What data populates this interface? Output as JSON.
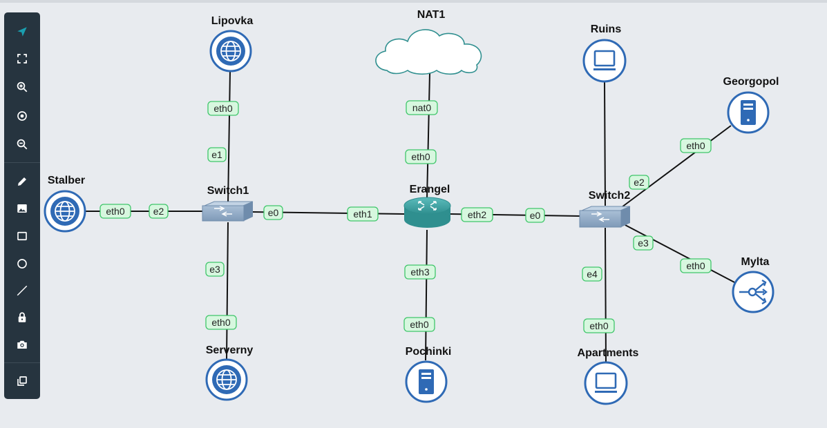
{
  "toolbar": {
    "tools": [
      {
        "icon": "pointer-icon",
        "name": "select-tool"
      },
      {
        "icon": "fit-screen-icon",
        "name": "fit-tool"
      },
      {
        "icon": "zoom-in-icon",
        "name": "zoom-in-tool"
      },
      {
        "icon": "target-icon",
        "name": "reset-zoom-tool"
      },
      {
        "icon": "zoom-out-icon",
        "name": "zoom-out-tool"
      },
      {
        "icon": "pencil-icon",
        "name": "draw-tool"
      },
      {
        "icon": "image-icon",
        "name": "image-tool"
      },
      {
        "icon": "rectangle-icon",
        "name": "rectangle-tool"
      },
      {
        "icon": "ellipse-icon",
        "name": "ellipse-tool"
      },
      {
        "icon": "line-icon",
        "name": "line-tool"
      },
      {
        "icon": "lock-icon",
        "name": "lock-tool"
      },
      {
        "icon": "camera-icon",
        "name": "screenshot-tool"
      },
      {
        "icon": "layers-icon",
        "name": "layers-tool"
      }
    ],
    "active_color": "#1a9fb0"
  },
  "colors": {
    "node_blue": "#2f6ab5",
    "port_fill": "#d7f7df",
    "port_border": "#3fc66a",
    "router": "#2f8f8f",
    "switch": "#6f8cac"
  },
  "nodes": [
    {
      "id": "lipovka",
      "label": "Lipovka",
      "type": "cloud-globe",
      "icon": "globe-icon"
    },
    {
      "id": "nat1",
      "label": "NAT1",
      "type": "nat-cloud",
      "icon": "cloud-icon"
    },
    {
      "id": "ruins",
      "label": "Ruins",
      "type": "vpcs",
      "icon": "monitor-icon"
    },
    {
      "id": "georgopol",
      "label": "Georgopol",
      "type": "server",
      "icon": "server-icon"
    },
    {
      "id": "stalber",
      "label": "Stalber",
      "type": "cloud-globe",
      "icon": "globe-icon"
    },
    {
      "id": "switch1",
      "label": "Switch1",
      "type": "switch",
      "icon": "switch-icon"
    },
    {
      "id": "erangel",
      "label": "Erangel",
      "type": "router",
      "icon": "router-icon"
    },
    {
      "id": "switch2",
      "label": "Switch2",
      "type": "switch",
      "icon": "switch-icon"
    },
    {
      "id": "mylta",
      "label": "Mylta",
      "type": "hub",
      "icon": "share-icon"
    },
    {
      "id": "serverny",
      "label": "Serverny",
      "type": "cloud-globe",
      "icon": "globe-icon"
    },
    {
      "id": "pochinki",
      "label": "Pochinki",
      "type": "server",
      "icon": "server-icon"
    },
    {
      "id": "apartments",
      "label": "Apartments",
      "type": "vpcs",
      "icon": "monitor-icon"
    }
  ],
  "links": [
    {
      "a": "lipovka",
      "a_port": "eth0",
      "b": "switch1",
      "b_port": "e1"
    },
    {
      "a": "stalber",
      "a_port": "eth0",
      "b": "switch1",
      "b_port": "e2"
    },
    {
      "a": "switch1",
      "a_port": "e0",
      "b": "erangel",
      "b_port": "eth1"
    },
    {
      "a": "switch1",
      "a_port": "e3",
      "b": "serverny",
      "b_port": "eth0"
    },
    {
      "a": "nat1",
      "a_port": "nat0",
      "b": "erangel",
      "b_port": "eth0"
    },
    {
      "a": "erangel",
      "a_port": "eth2",
      "b": "switch2",
      "b_port": "e0"
    },
    {
      "a": "erangel",
      "a_port": "eth3",
      "b": "pochinki",
      "b_port": "eth0"
    },
    {
      "a": "ruins",
      "a_port": "",
      "b": "switch2",
      "b_port": ""
    },
    {
      "a": "switch2",
      "a_port": "e2",
      "b": "georgopol",
      "b_port": "eth0"
    },
    {
      "a": "switch2",
      "a_port": "e3",
      "b": "mylta",
      "b_port": "eth0"
    },
    {
      "a": "switch2",
      "a_port": "e4",
      "b": "apartments",
      "b_port": "eth0"
    }
  ]
}
